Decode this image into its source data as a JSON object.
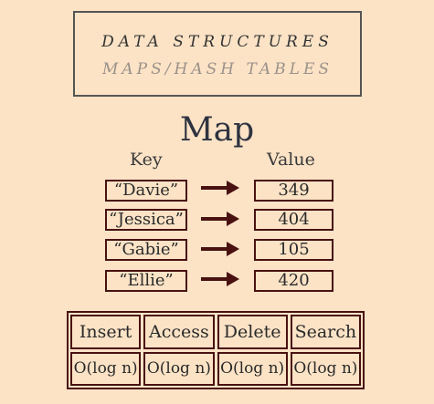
{
  "title": {
    "main": "DATA STRUCTURES",
    "sub": "MAPS/HASH TABLES"
  },
  "map": {
    "heading": "Map",
    "key_header": "Key",
    "value_header": "Value",
    "entries": [
      {
        "key": "“Davie”",
        "value": "349"
      },
      {
        "key": "“Jessica”",
        "value": "404"
      },
      {
        "key": "“Gabie”",
        "value": "105"
      },
      {
        "key": "“Ellie”",
        "value": "420"
      }
    ]
  },
  "operations": {
    "names": [
      "Insert",
      "Access",
      "Delete",
      "Search"
    ],
    "complexities": [
      "O(log n)",
      "O(log n)",
      "O(log n)",
      "O(log n)"
    ]
  },
  "colors": {
    "background": "#fce3c6",
    "border": "#4a1111",
    "arrow": "#4a1111"
  }
}
